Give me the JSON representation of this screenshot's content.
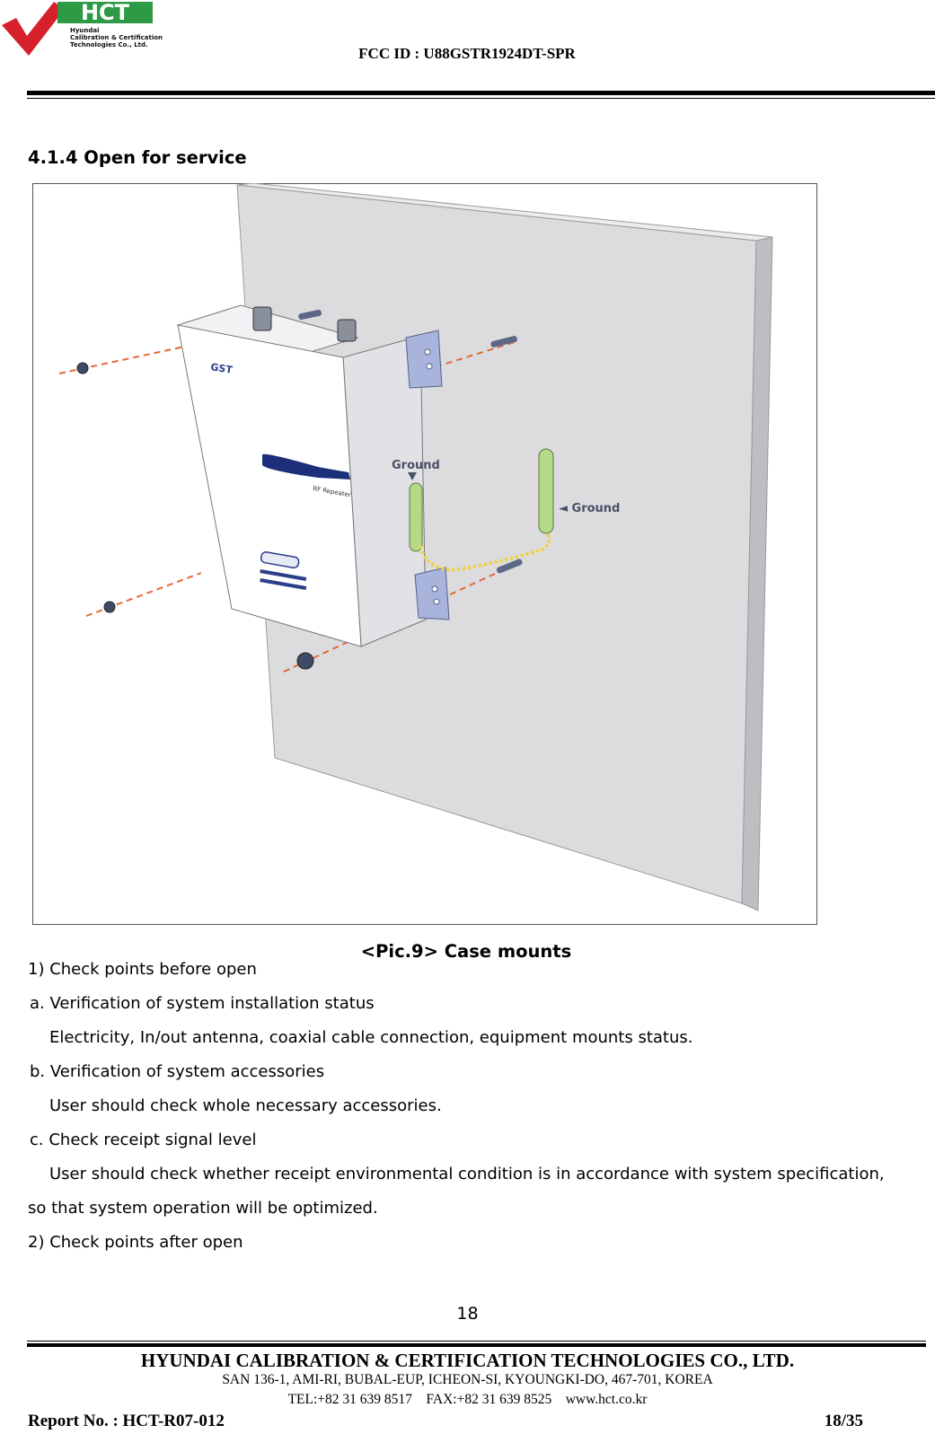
{
  "header": {
    "logo_text": "HCT",
    "logo_subtext": [
      "Hyundai",
      "Calibration & Certification",
      "Technologies Co., Ltd."
    ],
    "fcc_id": "FCC ID : U88GSTR1924DT-SPR"
  },
  "section": {
    "heading": "4.1.4 Open for service"
  },
  "figure": {
    "device_brand": "GST",
    "device_label": "RF Repeater",
    "ground_label_1": "Ground",
    "ground_label_2": "◄ Ground",
    "caption": "<Pic.9> Case mounts"
  },
  "body": {
    "lines": [
      "1) Check points before open",
      " a. Verification of system installation status",
      "Electricity, In/out antenna, coaxial cable connection, equipment mounts status.",
      " b. Verification of system accessories",
      "User should check whole necessary accessories.",
      " c. Check receipt signal level",
      "User should check whether receipt environmental condition is in accordance with system specification,",
      "so that system operation will be optimized.",
      "2) Check points after open"
    ]
  },
  "page_number": "18",
  "footer": {
    "company": "HYUNDAI CALIBRATION & CERTIFICATION TECHNOLOGIES CO., LTD.",
    "address": "SAN 136-1, AMI-RI, BUBAL-EUP, ICHEON-SI, KYOUNGKI-DO, 467-701, KOREA",
    "contact": "TEL:+82 31 639 8517    FAX:+82 31 639 8525    www.hct.co.kr",
    "report_no": "Report No. :  HCT-R07-012",
    "page_of": "18/35"
  },
  "colors": {
    "logo_red": "#d6202b",
    "logo_green": "#2e9a45",
    "wall": "#dcdcdf",
    "bracket": "#a9b4dd",
    "ground_bar": "#b5d889",
    "cable": "#f0d238",
    "dashed_line": "#e06a3a"
  }
}
